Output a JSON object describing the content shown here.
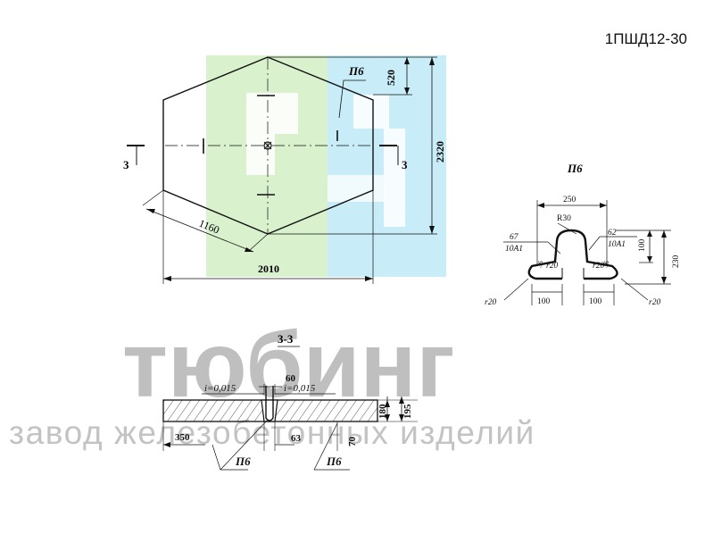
{
  "product_code": "1ПШД12-30",
  "watermark": {
    "brand": "тюбинг",
    "tagline": "завод железобетонных изделий",
    "colors": {
      "green": "#d8f0cc",
      "blue": "#c6ecf8",
      "text": "#b4b4b4"
    }
  },
  "plan": {
    "section_marker": "3",
    "loop_label": "П6",
    "dim_side": "1160",
    "dim_width": "2010",
    "dim_height": "2320",
    "dim_top_offset": "520"
  },
  "detail": {
    "title": "П6",
    "dim_total": "250",
    "radius_top": "R30",
    "left_len": "67",
    "left_bar": "10А1",
    "right_len": "62",
    "right_bar": "10А1",
    "dim_100": "100",
    "dim_230": "230",
    "left_r": "r20",
    "right_r": "r20",
    "left_foot": "100",
    "right_foot": "100",
    "left_36": "36",
    "right_36": "36"
  },
  "section": {
    "title": "3-3",
    "slope_left": "i=0,015",
    "slope_right": "i=0,015",
    "dim_top": "60",
    "dim_left": "350",
    "dim_mid": "63",
    "dim_depth": "70",
    "thickness": "180",
    "thickness_total": "195",
    "loop_left": "П6",
    "loop_right": "П6"
  }
}
